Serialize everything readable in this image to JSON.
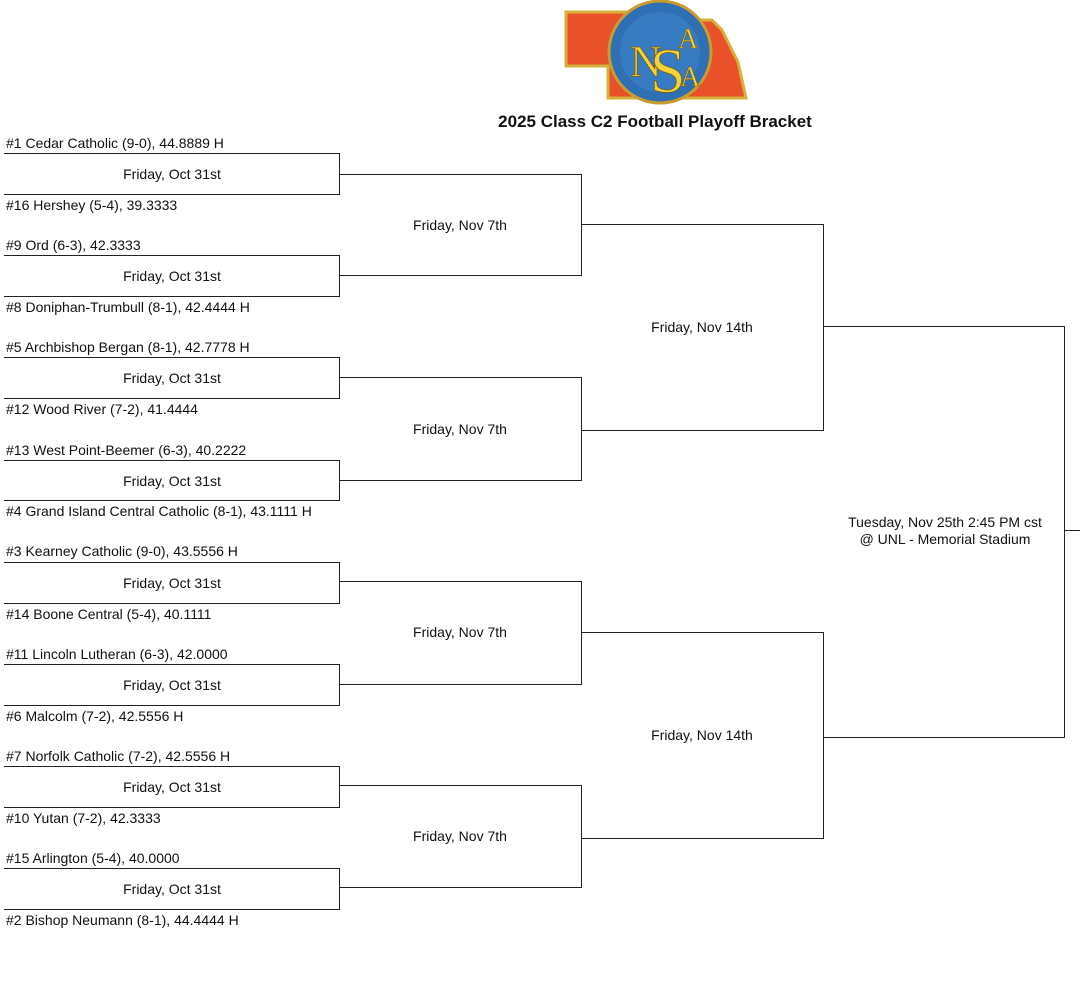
{
  "header": {
    "logo_letters": [
      "N",
      "S",
      "A",
      "A"
    ],
    "title": "2025 Class C2 Football Playoff Bracket"
  },
  "colors": {
    "state": "#e8512a",
    "state_border": "#d7b23a",
    "seal": "#2f6fb4",
    "letters": "#f3d23a"
  },
  "teams": [
    "#1 Cedar Catholic (9-0), 44.8889 H",
    "#16 Hershey (5-4), 39.3333",
    "#9 Ord (6-3), 42.3333",
    "#8 Doniphan-Trumbull (8-1), 42.4444 H",
    "#5 Archbishop Bergan (8-1), 42.7778 H",
    "#12 Wood River (7-2), 41.4444",
    "#13 West Point-Beemer (6-3), 40.2222",
    "#4 Grand Island Central Catholic (8-1), 43.1111 H",
    "#3 Kearney Catholic (9-0), 43.5556 H",
    "#14 Boone Central (5-4), 40.1111",
    "#11 Lincoln Lutheran (6-3), 42.0000",
    "#6 Malcolm (7-2), 42.5556 H",
    "#7 Norfolk Catholic (7-2), 42.5556 H",
    "#10 Yutan (7-2), 42.3333",
    "#15 Arlington (5-4), 40.0000",
    "#2 Bishop Neumann (8-1), 44.4444 H"
  ],
  "round1_dates": [
    "Friday, Oct 31st",
    "Friday, Oct 31st",
    "Friday, Oct 31st",
    "Friday, Oct 31st",
    "Friday, Oct 31st",
    "Friday, Oct 31st",
    "Friday, Oct 31st",
    "Friday, Oct 31st"
  ],
  "round2_dates": [
    "Friday, Nov 7th",
    "Friday, Nov 7th",
    "Friday, Nov 7th",
    "Friday, Nov 7th"
  ],
  "round3_dates": [
    "Friday, Nov 14th",
    "Friday, Nov 14th"
  ],
  "final": {
    "line1": "Tuesday, Nov 25th 2:45 PM cst",
    "line2": "@ UNL - Memorial Stadium"
  }
}
